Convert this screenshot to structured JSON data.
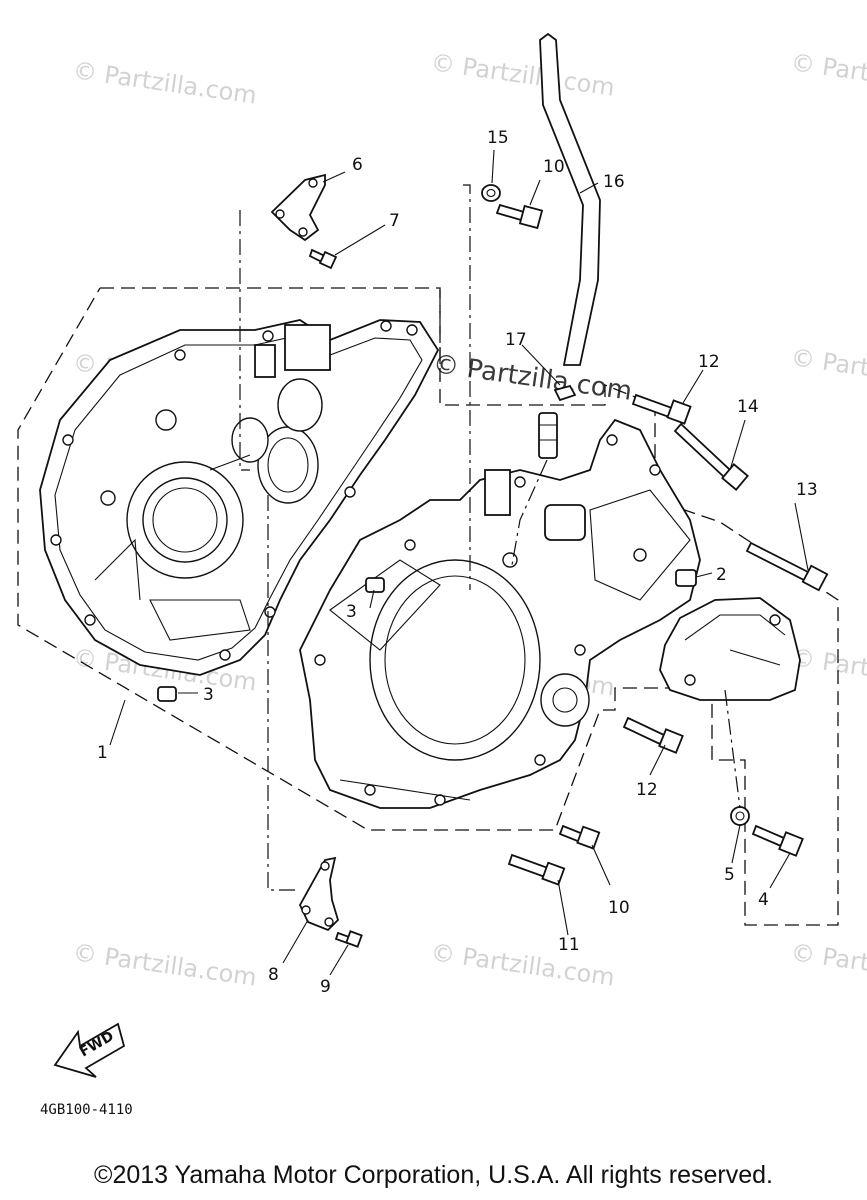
{
  "watermarks": {
    "small": "© Partzilla.com",
    "large": "© Partzilla.com"
  },
  "callouts": {
    "c1": "1",
    "c2": "2",
    "c3a": "3",
    "c3b": "3",
    "c4": "4",
    "c5": "5",
    "c6": "6",
    "c7": "7",
    "c8": "8",
    "c9": "9",
    "c10a": "10",
    "c10b": "10",
    "c11": "11",
    "c12a": "12",
    "c12b": "12",
    "c13": "13",
    "c14": "14",
    "c15": "15",
    "c16": "16",
    "c17": "17"
  },
  "fwd_label": "FWD",
  "drawing_code": "4GB100-4110",
  "copyright": "©2013  Yamaha Motor Corporation, U.S.A. All rights reserved."
}
